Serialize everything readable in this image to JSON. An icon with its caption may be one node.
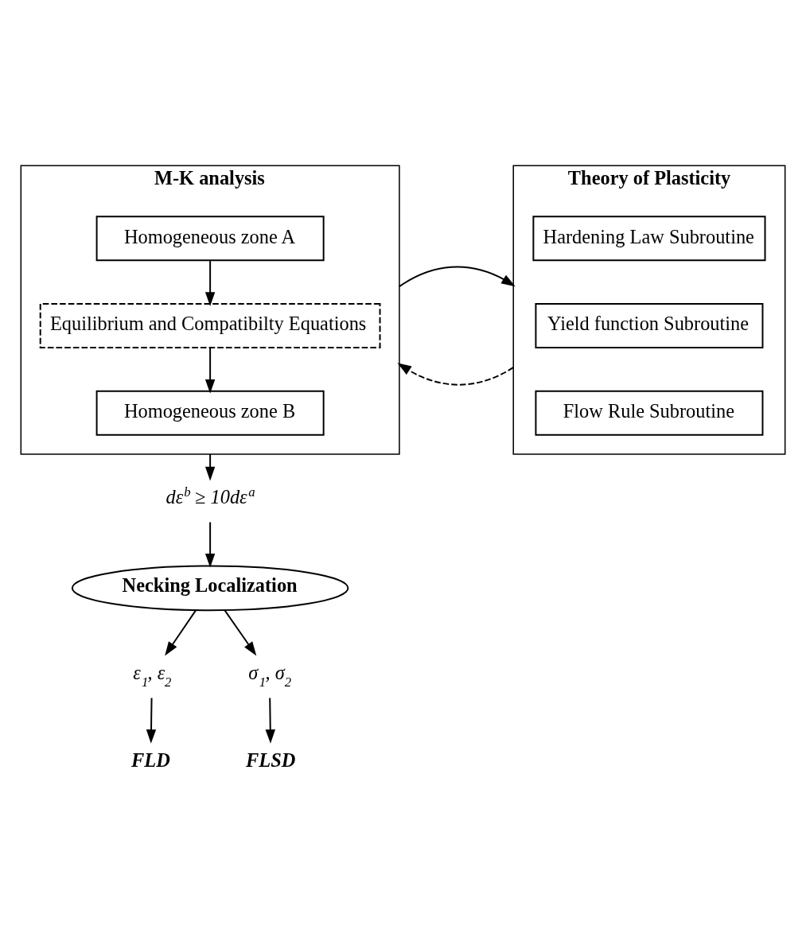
{
  "diagram": {
    "nodes": [
      {
        "text": [
          "M-K analysis"
        ]
      },
      {
        "text": [
          "Homogeneous zone A"
        ],
        "in": 0
      },
      {
        "text": [
          "Equilibrium and Compatibilty Equations"
        ],
        "in": 0
      },
      {
        "text": [
          "Homogeneous zone B"
        ],
        "in": 0
      },
      {
        "text": [
          "Theory of Plasticity"
        ]
      },
      {
        "text": [
          "Hardening Law Subroutine"
        ],
        "in": 4
      },
      {
        "text": [
          "Yield function Subroutine"
        ],
        "in": 4
      },
      {
        "text": [
          "Flow Rule Subroutine"
        ],
        "in": 4
      },
      {
        "text": [
          "dε$^{b}$ ≥ 10dε$^{a}$"
        ]
      },
      {
        "text": [
          "Necking Localization"
        ]
      },
      {
        "text": [
          "ε$_{1}$, ε$_{2}$"
        ]
      },
      {
        "text": [
          "σ$_{1}$, σ$_{2}$"
        ]
      },
      {
        "text": [
          "FLD"
        ]
      },
      {
        "text": [
          "FLSD"
        ]
      }
    ],
    "edges": [
      {
        "from": 1,
        "to": 2,
        "arrow": "to"
      },
      {
        "from": 2,
        "to": 3,
        "arrow": "to"
      },
      {
        "from": 0,
        "to": 4,
        "arrow": "to"
      },
      {
        "from": 4,
        "to": 0,
        "arrow": "to",
        "style": "dashed"
      },
      {
        "from": 0,
        "to": 8,
        "arrow": "to"
      },
      {
        "from": 8,
        "to": 9,
        "arrow": "to"
      },
      {
        "from": 9,
        "to": 10,
        "arrow": "to"
      },
      {
        "from": 9,
        "to": 11,
        "arrow": "to"
      },
      {
        "from": 10,
        "to": 12,
        "arrow": "to"
      },
      {
        "from": 11,
        "to": 13,
        "arrow": "to"
      }
    ]
  }
}
